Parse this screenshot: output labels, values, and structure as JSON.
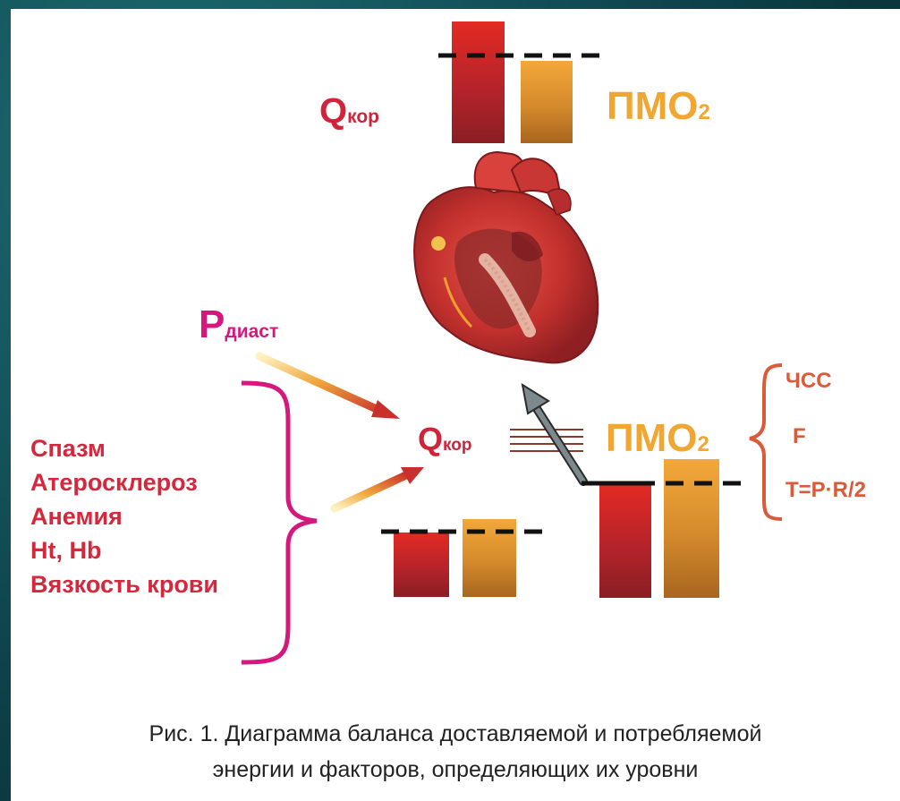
{
  "labels": {
    "q_kor_main": "Q",
    "q_kor_sub": "кор",
    "pmo_main": "ПМО",
    "pmo_sub": "2",
    "p_main": "P",
    "p_sub": "диаст"
  },
  "factors": [
    "Спазм",
    "Атеросклероз",
    "Анемия",
    "Ht, Hb",
    "Вязкость крови"
  ],
  "heart_rate_factors": [
    "ЧСС",
    "F",
    "T=P·R/2"
  ],
  "caption": {
    "line1": "Рис. 1. Диаграмма баланса доставляемой и потребляемой",
    "line2": "энергии и факторов, определяющих их уровни"
  },
  "colors": {
    "supply_red": "#d0243a",
    "demand_orange": "#f0a631",
    "pressure_magenta": "#d6177d",
    "bracket_magenta": "#d6177d",
    "hr_brown": "#d95b3a",
    "arrow_gray": "#6b7b80"
  },
  "icons": [
    "heart-illustration",
    "dashed-balance-line",
    "gray-arrow",
    "gradient-arrow"
  ]
}
